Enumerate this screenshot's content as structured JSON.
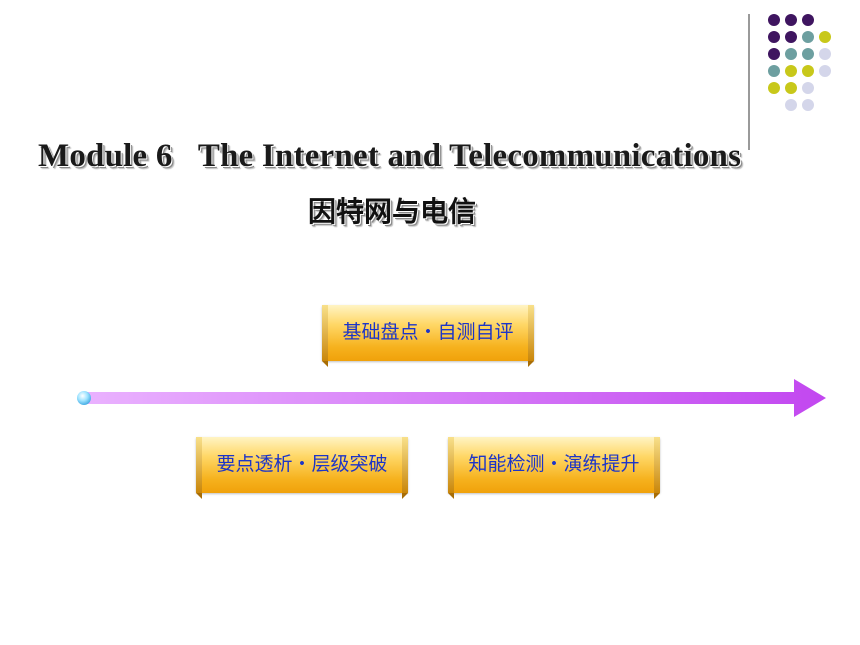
{
  "title": {
    "english": "Module 6   The Internet and Telecommunications",
    "chinese": "因特网与电信"
  },
  "buttons": {
    "basic_review": "基础盘点・自测自评",
    "key_points": "要点透析・层级突破",
    "practice": "知能检测・演练提升"
  },
  "colors": {
    "purple": "#3f1560",
    "teal": "#6d9fa0",
    "yellow": "#c8c81a",
    "lavender": "#d4d6ea",
    "arrow_start": "#eab2ff",
    "arrow_end": "#c247f0",
    "button_text": "#1d35c8",
    "button_gold": "#f6b21e"
  },
  "decoration": {
    "dot_grid": [
      [
        "purple",
        "purple",
        "purple",
        null
      ],
      [
        "purple",
        "purple",
        "teal",
        "yellow"
      ],
      [
        "purple",
        "teal",
        "teal",
        "lavender"
      ],
      [
        "teal",
        "yellow",
        "yellow",
        "lavender"
      ],
      [
        "yellow",
        "yellow",
        "lavender",
        null
      ],
      [
        null,
        "lavender",
        "lavender",
        null
      ]
    ],
    "dot_grid_row_offsets": [
      0,
      1,
      0,
      0,
      0,
      1
    ]
  }
}
